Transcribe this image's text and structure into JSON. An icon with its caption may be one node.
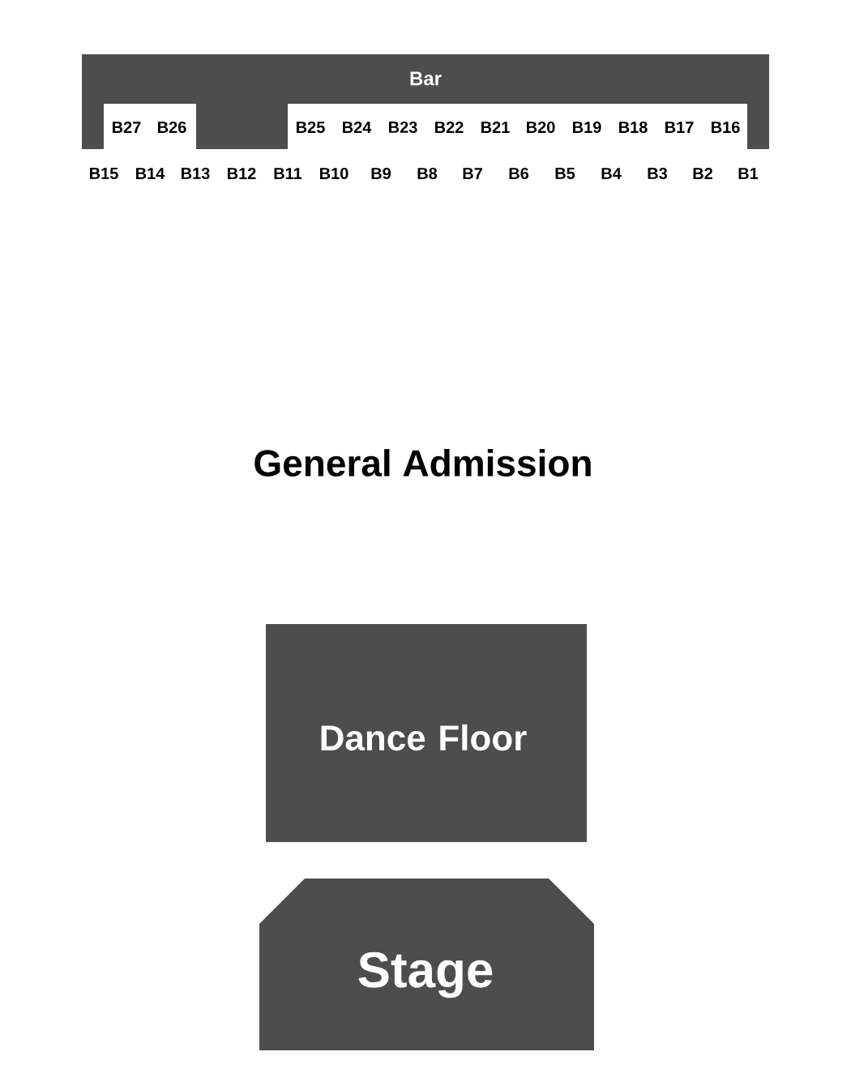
{
  "diagram": {
    "nodes": [
      {
        "text": [
          "Bar"
        ]
      },
      {
        "text": [
          "Dance Floor"
        ]
      },
      {
        "text": [
          "Stage"
        ]
      }
    ],
    "labels": [
      "B27",
      "B26",
      "B25",
      "B24",
      "B23",
      "B22",
      "B21",
      "B20",
      "B19",
      "B18",
      "B17",
      "B16",
      "B15",
      "B14",
      "B13",
      "B12",
      "B11",
      "B10",
      "B9",
      "B8",
      "B7",
      "B6",
      "B5",
      "B4",
      "B3",
      "B2",
      "B1",
      "General Admission"
    ]
  }
}
